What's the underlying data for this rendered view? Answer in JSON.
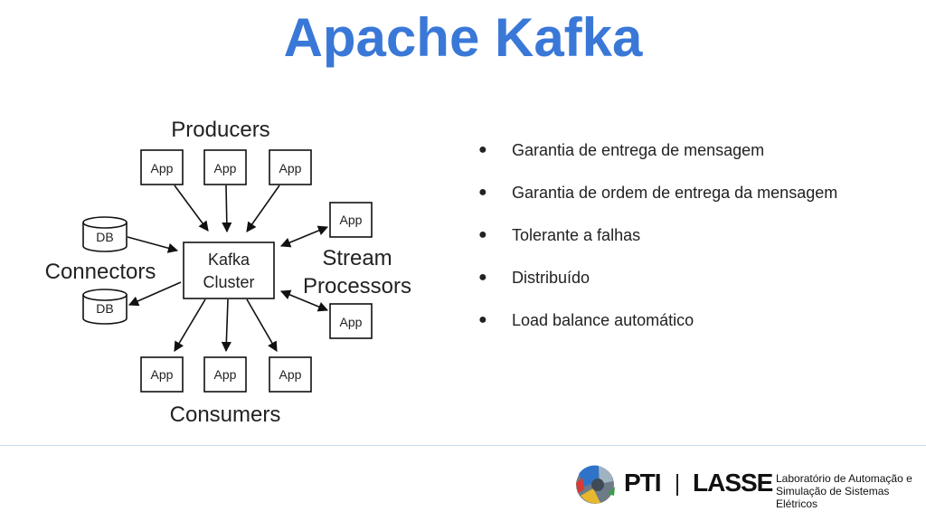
{
  "slide": {
    "title": "Apache Kafka",
    "title_color": "#3a78d8"
  },
  "diagram": {
    "cluster_line1": "Kafka",
    "cluster_line2": "Cluster",
    "producers_label": "Producers",
    "consumers_label": "Consumers",
    "connectors_label": "Connectors",
    "stream_line1": "Stream",
    "stream_line2": "Processors",
    "app_label": "App",
    "db_label": "DB"
  },
  "bullets": [
    "Garantia de entrega de mensagem",
    "Garantia de ordem de entrega da mensagem",
    "Tolerante a falhas",
    "Distribuído",
    "Load balance automático"
  ],
  "bullet_symbol": "●",
  "footer": {
    "pti": "PTI",
    "lasse": "LASSE",
    "lab_line1": "Laboratório de Automação e",
    "lab_line2": "Simulação de Sistemas Elétricos"
  }
}
